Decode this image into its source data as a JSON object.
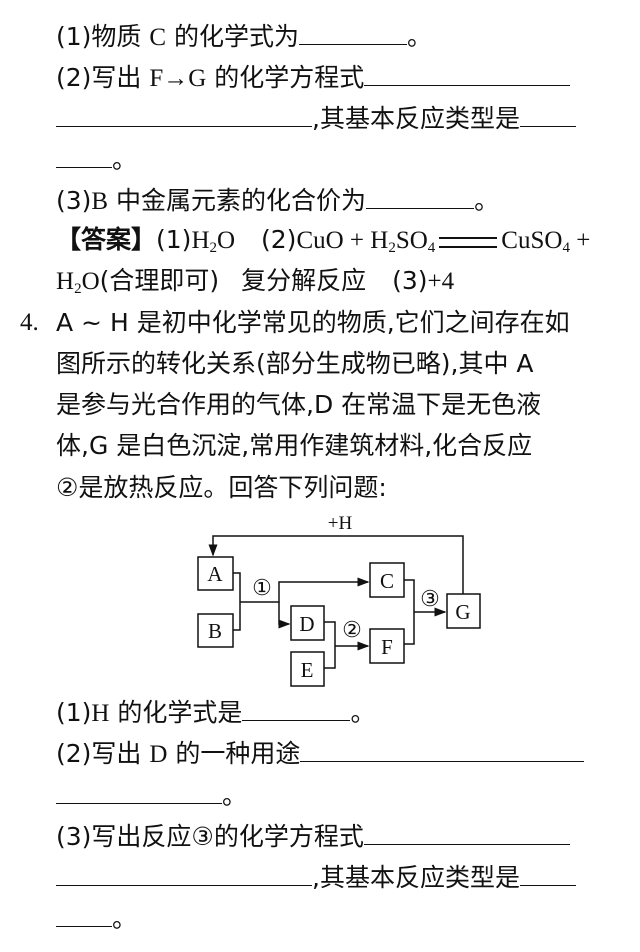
{
  "q3": {
    "p1": {
      "prefix": "(1)物质 ",
      "var": "C",
      "suffix": " 的化学式为",
      "end": "。"
    },
    "p2": {
      "prefix": "(2)写出 ",
      "var": "F→G",
      "suffix": " 的化学方程式",
      "mid": ",其基本反应类型是",
      "end": "。"
    },
    "p3": {
      "prefix": "(3)",
      "var": "B",
      "suffix": " 中金属元素的化合价为",
      "end": "。"
    },
    "answer": {
      "tag": "【答案】",
      "a1_label": "(1)",
      "a1": "H",
      "a1_sub": "2",
      "a1_tail": "O",
      "a2_label": "(2)",
      "a2_l1": "CuO + H",
      "a2_sub1": "2",
      "a2_l2": "SO",
      "a2_sub2": "4",
      "a2_r1": "CuSO",
      "a2_sub3": "4",
      "a2_r2": " +",
      "a2_l3": "H",
      "a2_sub4": "2",
      "a2_l4": "O",
      "a2_note": "(合理即可)",
      "a2_type": "复分解反应",
      "a3_label": "(3)",
      "a3": "+4"
    }
  },
  "q4": {
    "number": "4.",
    "stem": [
      "A ~ H 是初中化学常见的物质,它们之间存在如",
      "图所示的转化关系(部分生成物已略),其中 A",
      "是参与光合作用的气体,D 在常温下是无色液",
      "体,G 是白色沉淀,常用作建筑材料,化合反应",
      "②是放热反应。回答下列问题:"
    ],
    "diagram": {
      "nodes": [
        "A",
        "B",
        "C",
        "D",
        "E",
        "F",
        "G"
      ],
      "top_label": "+H",
      "reactions": [
        "①",
        "②",
        "③"
      ]
    },
    "p1": {
      "prefix": "(1)",
      "var": "H",
      "suffix": " 的化学式是",
      "end": "。"
    },
    "p2": {
      "prefix": "(2)写出 ",
      "var": "D",
      "suffix": " 的一种用途",
      "end": "。"
    },
    "p3": {
      "prefix": "(3)写出反应③的化学方程式",
      "mid": ",其基本反应类型是",
      "end": "。"
    }
  }
}
